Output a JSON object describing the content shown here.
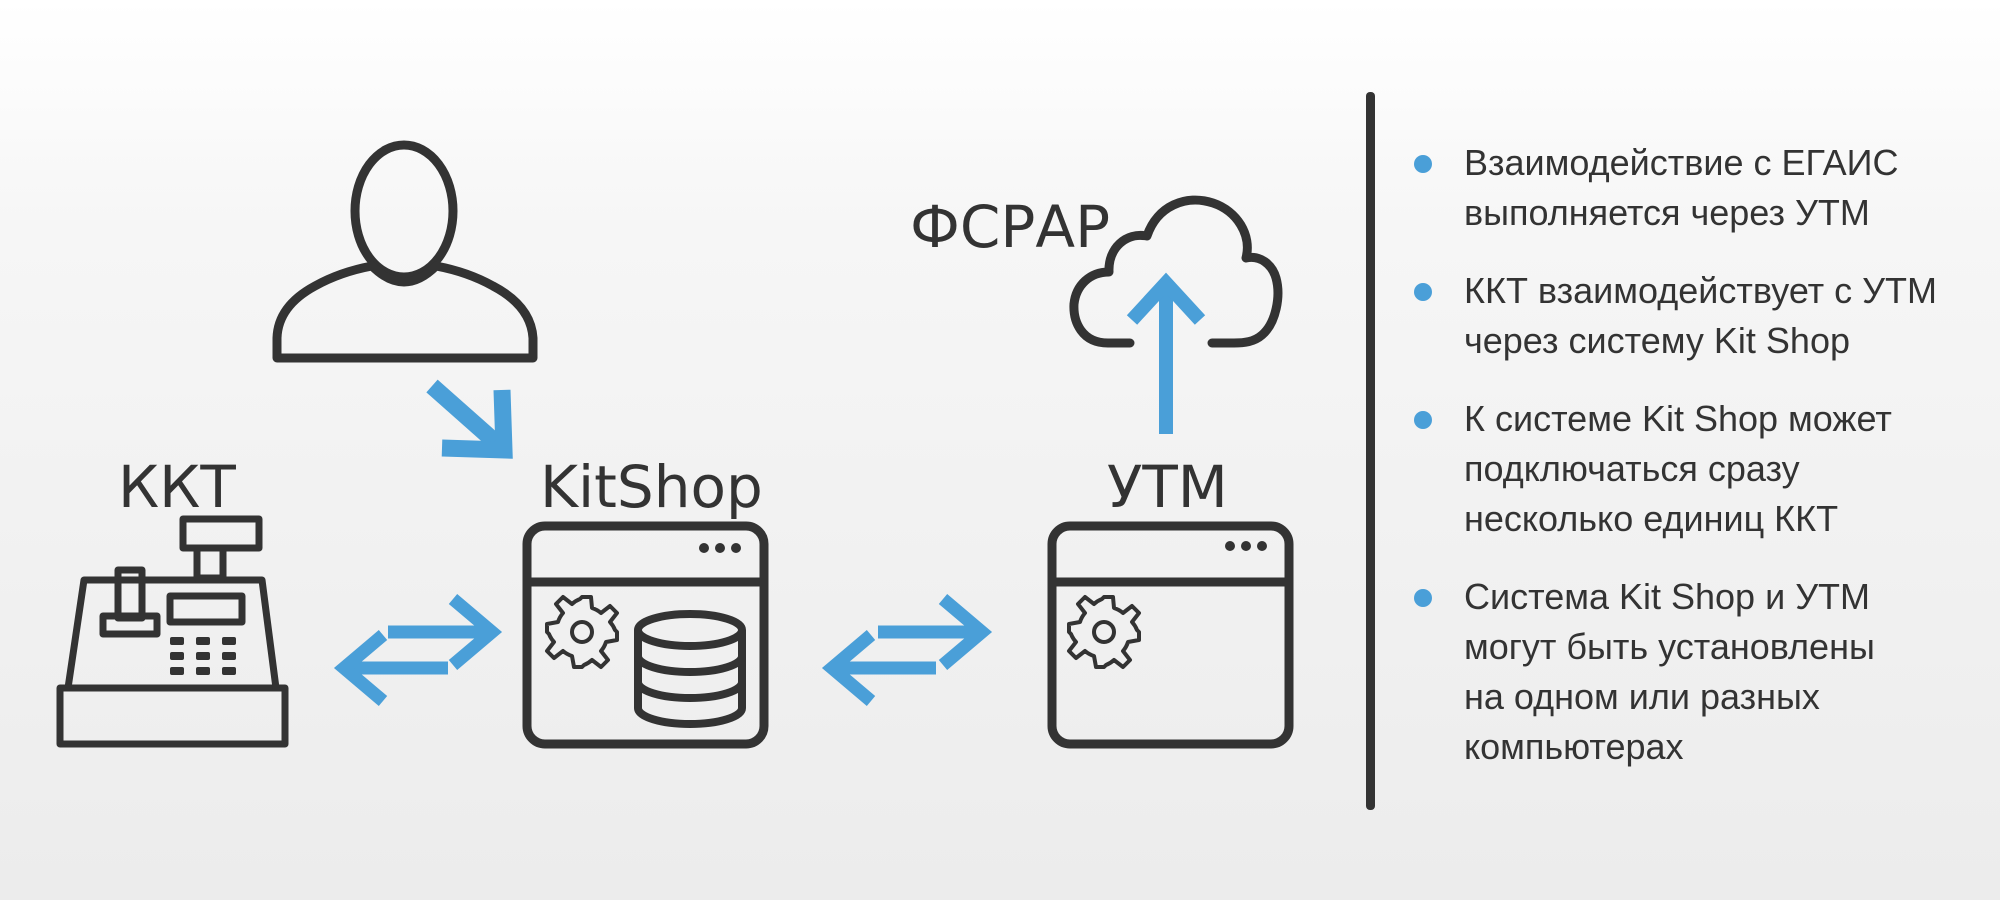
{
  "nodes": {
    "kkt": "ККТ",
    "kitshop": "KitShop",
    "utm": "УТМ",
    "fsrar": "ФСРАР"
  },
  "bullets": [
    {
      "lines": [
        "Взаимодействие с ЕГАИС",
        "выполняется через УТМ"
      ]
    },
    {
      "lines": [
        "ККТ взаимодействует с УТМ",
        "через систему Kit Shop"
      ]
    },
    {
      "lines": [
        "К системе Kit Shop может",
        "подключаться сразу",
        "несколько единиц ККТ"
      ]
    },
    {
      "lines": [
        "Система Kit Shop и УТМ",
        "могут быть установлены",
        "на одном или разных",
        "компьютерах"
      ]
    }
  ],
  "colors": {
    "outline": "#333333",
    "arrow": "#4a9fd8",
    "bullet": "#4a9fd8"
  },
  "icons": [
    "user-icon",
    "cash-register-icon",
    "server-window-icon",
    "database-icon",
    "app-window-icon",
    "gear-icon",
    "cloud-upload-icon"
  ]
}
